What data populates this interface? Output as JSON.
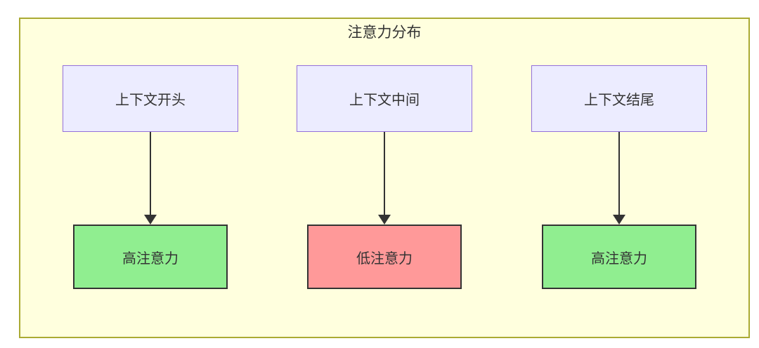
{
  "diagram": {
    "title": "注意力分布",
    "nodes": {
      "top": [
        {
          "label": "上下文开头"
        },
        {
          "label": "上下文中间"
        },
        {
          "label": "上下文结尾"
        }
      ],
      "bottom": [
        {
          "label": "高注意力",
          "state": "high"
        },
        {
          "label": "低注意力",
          "state": "low"
        },
        {
          "label": "高注意力",
          "state": "high"
        }
      ]
    },
    "edges": [
      {
        "from": "上下文开头",
        "to": "高注意力"
      },
      {
        "from": "上下文中间",
        "to": "低注意力"
      },
      {
        "from": "上下文结尾",
        "to": "高注意力"
      }
    ],
    "colors": {
      "cluster_fill": "#ffffde",
      "cluster_border": "#aaaa33",
      "node_fill": "#ececff",
      "node_border": "#9370db",
      "high_attention_fill": "#90ee90",
      "low_attention_fill": "#ff9999",
      "result_border": "#333333",
      "arrow_color": "#333333",
      "text_color": "#333333"
    }
  }
}
